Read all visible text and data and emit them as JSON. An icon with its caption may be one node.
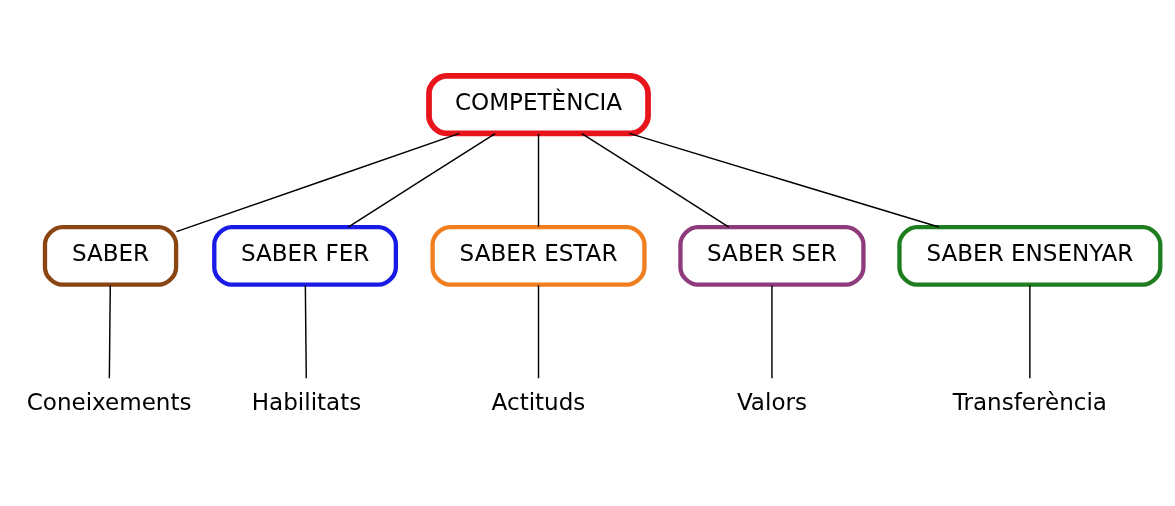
{
  "diagram": {
    "nodes": [
      {
        "text": [
          "COMPETÈNCIA"
        ]
      },
      {
        "text": [
          "SABER"
        ]
      },
      {
        "text": [
          "SABER FER"
        ]
      },
      {
        "text": [
          "SABER ESTAR"
        ]
      },
      {
        "text": [
          "SABER SER"
        ]
      },
      {
        "text": [
          "SABER ENSENYAR"
        ]
      },
      {
        "text": [
          "Coneixements"
        ]
      },
      {
        "text": [
          "Habilitats"
        ]
      },
      {
        "text": [
          "Actituds"
        ]
      },
      {
        "text": [
          "Valors"
        ]
      },
      {
        "text": [
          "Transferència"
        ]
      }
    ],
    "edges": [
      {
        "from": 0,
        "to": 1,
        "arrow": "none"
      },
      {
        "from": 0,
        "to": 2,
        "arrow": "none"
      },
      {
        "from": 0,
        "to": 3,
        "arrow": "none"
      },
      {
        "from": 0,
        "to": 4,
        "arrow": "none"
      },
      {
        "from": 0,
        "to": 5,
        "arrow": "none"
      },
      {
        "from": 1,
        "to": 6,
        "arrow": "none"
      },
      {
        "from": 2,
        "to": 7,
        "arrow": "none"
      },
      {
        "from": 3,
        "to": 8,
        "arrow": "none"
      },
      {
        "from": 4,
        "to": 9,
        "arrow": "none"
      },
      {
        "from": 5,
        "to": 10,
        "arrow": "none"
      }
    ]
  }
}
